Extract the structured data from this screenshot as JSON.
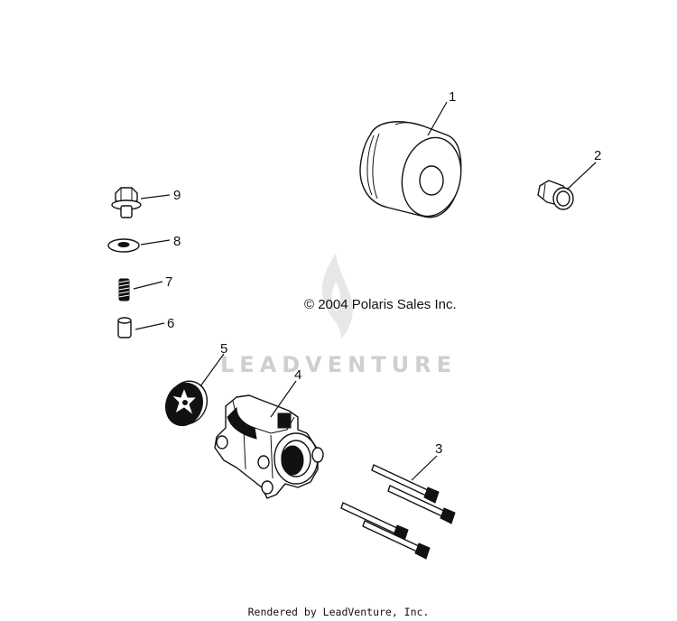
{
  "callouts": [
    "1",
    "2",
    "3",
    "4",
    "5",
    "6",
    "7",
    "8",
    "9"
  ],
  "copyright": "© 2004 Polaris Sales Inc.",
  "watermark": "LEADVENTURE",
  "footer": "Rendered by LeadVenture, Inc."
}
